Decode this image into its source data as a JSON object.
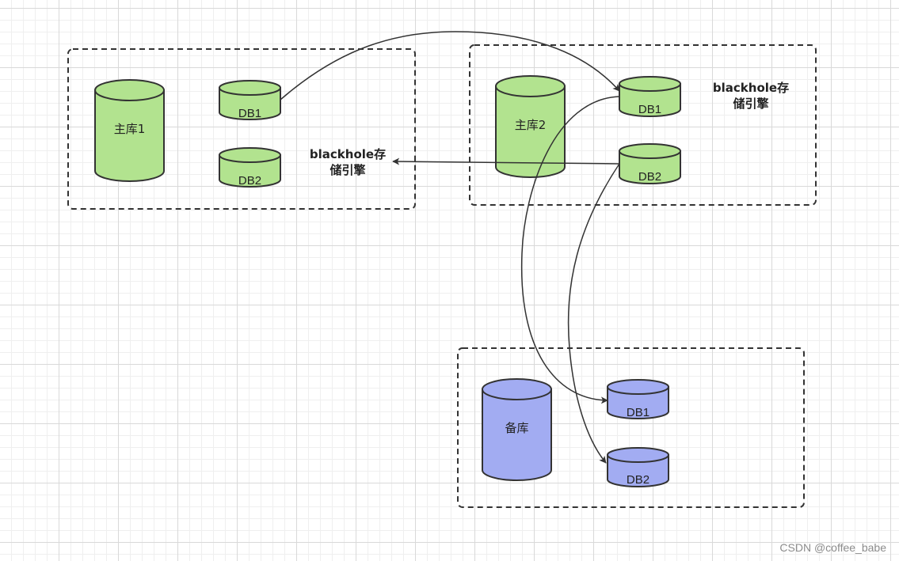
{
  "groups": {
    "master1": {
      "main": "主库1",
      "db1": "DB1",
      "db2": "DB2",
      "note_line1": "blackhole存",
      "note_line2": "储引擎"
    },
    "master2": {
      "main": "主库2",
      "db1": "DB1",
      "db2": "DB2",
      "note_line1": "blackhole存",
      "note_line2": "储引擎"
    },
    "standby": {
      "main": "备库",
      "db1": "DB1",
      "db2": "DB2"
    }
  },
  "colors": {
    "green_fill": "#b2e38f",
    "blue_fill": "#a2acf2",
    "stroke": "#333333"
  },
  "watermark": "CSDN @coffee_babe"
}
